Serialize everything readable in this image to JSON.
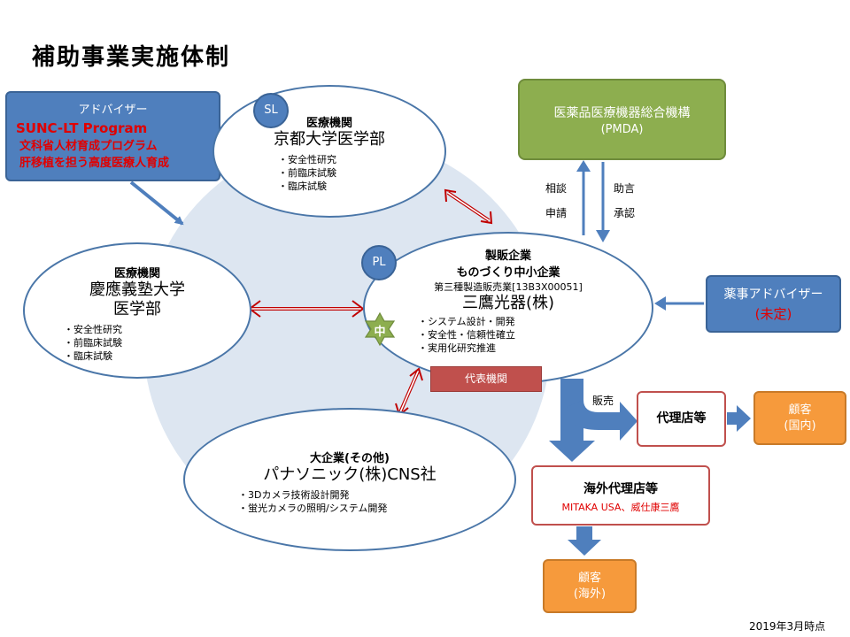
{
  "title": "補助事業実施体制",
  "date_note": "2019年3月時点",
  "advisor": {
    "label": "アドバイザー",
    "line1": "SUNC-LT Program",
    "line2": "文科省人材育成プログラム",
    "line3": "肝移植を担う高度医療人育成"
  },
  "kyoto": {
    "badge": "SL",
    "heading": "医療機関",
    "name": "京都大学医学部",
    "bullets": [
      "安全性研究",
      "前臨床試験",
      "臨床試験"
    ]
  },
  "keio": {
    "heading": "医療機関",
    "name_line1": "慶應義塾大学",
    "name_line2": "医学部",
    "bullets": [
      "安全性研究",
      "前臨床試験",
      "臨床試験"
    ]
  },
  "mitaka": {
    "badge_pl": "PL",
    "badge_naka": "中",
    "heading1": "製販企業",
    "heading2": "ものづくり中小企業",
    "license": "第三種製造販売業[13B3X00051]",
    "name": "三鷹光器(株)",
    "bullets": [
      "システム設計・開発",
      "安全性・信頼性確立",
      "実用化研究推進"
    ],
    "representative": "代表機関"
  },
  "panasonic": {
    "heading": "大企業(その他)",
    "name": "パナソニック(株)CNS社",
    "bullets": [
      "3Dカメラ技術設計開発",
      "蛍光カメラの照明/システム開発"
    ]
  },
  "pmda": {
    "line1": "医薬品医療機器総合機構",
    "line2": "(PMDA)"
  },
  "flow_labels": {
    "soudan": "相談",
    "shinsei": "申請",
    "jogen": "助言",
    "shonin": "承認",
    "hanbai": "販売"
  },
  "yakuji": {
    "line1": "薬事アドバイザー",
    "line2": "(未定)"
  },
  "dairiten": "代理店等",
  "kokyaku_domestic": {
    "line1": "顧客",
    "line2": "(国内)"
  },
  "kaigai": {
    "line1": "海外代理店等",
    "line2": "MITAKA USA、威仕康三鷹"
  },
  "kokyaku_overseas": {
    "line1": "顧客",
    "line2": "(海外)"
  },
  "colors": {
    "blue": "#4f7fbd",
    "green": "#8dae4f",
    "orange": "#f69a3c",
    "red": "#c0504d",
    "red_text": "#e00000",
    "light_circle": "#dde6f1"
  }
}
